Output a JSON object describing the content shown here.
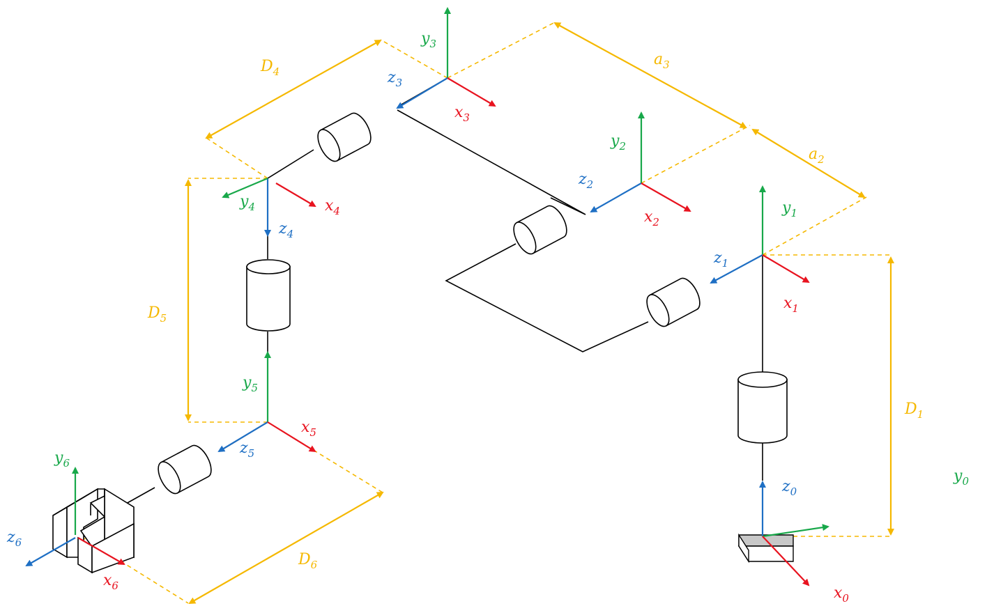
{
  "colors": {
    "x_axis": "#e8131f",
    "y_axis": "#18a84a",
    "z_axis": "#1e6fc4",
    "dimension": "#f5b800",
    "link": "#000000"
  },
  "frames": [
    {
      "name": "frame-0",
      "x": {
        "base": "x",
        "sub": "0"
      },
      "y": {
        "base": "y",
        "sub": "0"
      },
      "z": {
        "base": "z",
        "sub": "0"
      }
    },
    {
      "name": "frame-1",
      "x": {
        "base": "x",
        "sub": "1"
      },
      "y": {
        "base": "y",
        "sub": "1"
      },
      "z": {
        "base": "z",
        "sub": "1"
      }
    },
    {
      "name": "frame-2",
      "x": {
        "base": "x",
        "sub": "2"
      },
      "y": {
        "base": "y",
        "sub": "2"
      },
      "z": {
        "base": "z",
        "sub": "2"
      }
    },
    {
      "name": "frame-3",
      "x": {
        "base": "x",
        "sub": "3"
      },
      "y": {
        "base": "y",
        "sub": "3"
      },
      "z": {
        "base": "z",
        "sub": "3"
      }
    },
    {
      "name": "frame-4",
      "x": {
        "base": "x",
        "sub": "4"
      },
      "y": {
        "base": "y",
        "sub": "4"
      },
      "z": {
        "base": "z",
        "sub": "4"
      }
    },
    {
      "name": "frame-5",
      "x": {
        "base": "x",
        "sub": "5"
      },
      "y": {
        "base": "y",
        "sub": "5"
      },
      "z": {
        "base": "z",
        "sub": "5"
      }
    },
    {
      "name": "frame-6",
      "x": {
        "base": "x",
        "sub": "6"
      },
      "y": {
        "base": "y",
        "sub": "6"
      },
      "z": {
        "base": "z",
        "sub": "6"
      }
    }
  ],
  "dimensions": [
    {
      "name": "D1",
      "base": "D",
      "sub": "1"
    },
    {
      "name": "a2",
      "base": "a",
      "sub": "2"
    },
    {
      "name": "a3",
      "base": "a",
      "sub": "3"
    },
    {
      "name": "D4",
      "base": "D",
      "sub": "4"
    },
    {
      "name": "D5",
      "base": "D",
      "sub": "5"
    },
    {
      "name": "D6",
      "base": "D",
      "sub": "6"
    }
  ]
}
